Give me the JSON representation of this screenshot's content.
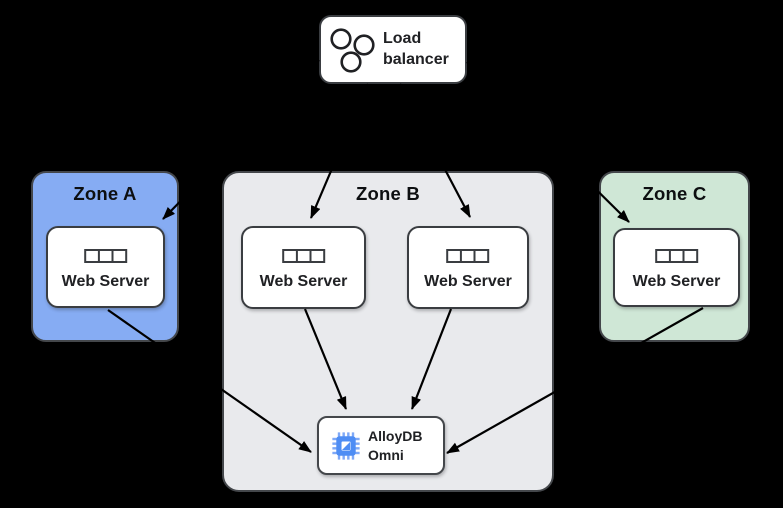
{
  "diagram": {
    "background": "#000000",
    "load_balancer": {
      "label": "Load balancer",
      "icon": "cluster-circles-icon"
    },
    "zones": [
      {
        "id": "zone-a",
        "label": "Zone A",
        "color": "#86ACF3",
        "servers": [
          {
            "id": "zone-a-web-server",
            "label": "Web Server",
            "icon": "server-icon"
          }
        ]
      },
      {
        "id": "zone-b",
        "label": "Zone B",
        "color": "#E9EAED",
        "servers": [
          {
            "id": "zone-b-web-server-1",
            "label": "Web Server",
            "icon": "server-icon"
          },
          {
            "id": "zone-b-web-server-2",
            "label": "Web Server",
            "icon": "server-icon"
          }
        ],
        "database": {
          "id": "alloydb-omni",
          "label": "AlloyDB Omni",
          "icon": "chip-icon",
          "accent": "#4285F4"
        }
      },
      {
        "id": "zone-c",
        "label": "Zone C",
        "color": "#CFE7D6",
        "servers": [
          {
            "id": "zone-c-web-server",
            "label": "Web Server",
            "icon": "server-icon"
          }
        ]
      }
    ],
    "edges": [
      {
        "from": "load-balancer",
        "to": "zone-a-web-server"
      },
      {
        "from": "load-balancer",
        "to": "zone-b-web-server-1"
      },
      {
        "from": "load-balancer",
        "to": "zone-b-web-server-2"
      },
      {
        "from": "load-balancer",
        "to": "zone-c-web-server"
      },
      {
        "from": "zone-a-web-server",
        "to": "alloydb-omni"
      },
      {
        "from": "zone-b-web-server-1",
        "to": "alloydb-omni"
      },
      {
        "from": "zone-b-web-server-2",
        "to": "alloydb-omni"
      },
      {
        "from": "zone-c-web-server",
        "to": "alloydb-omni"
      }
    ]
  }
}
